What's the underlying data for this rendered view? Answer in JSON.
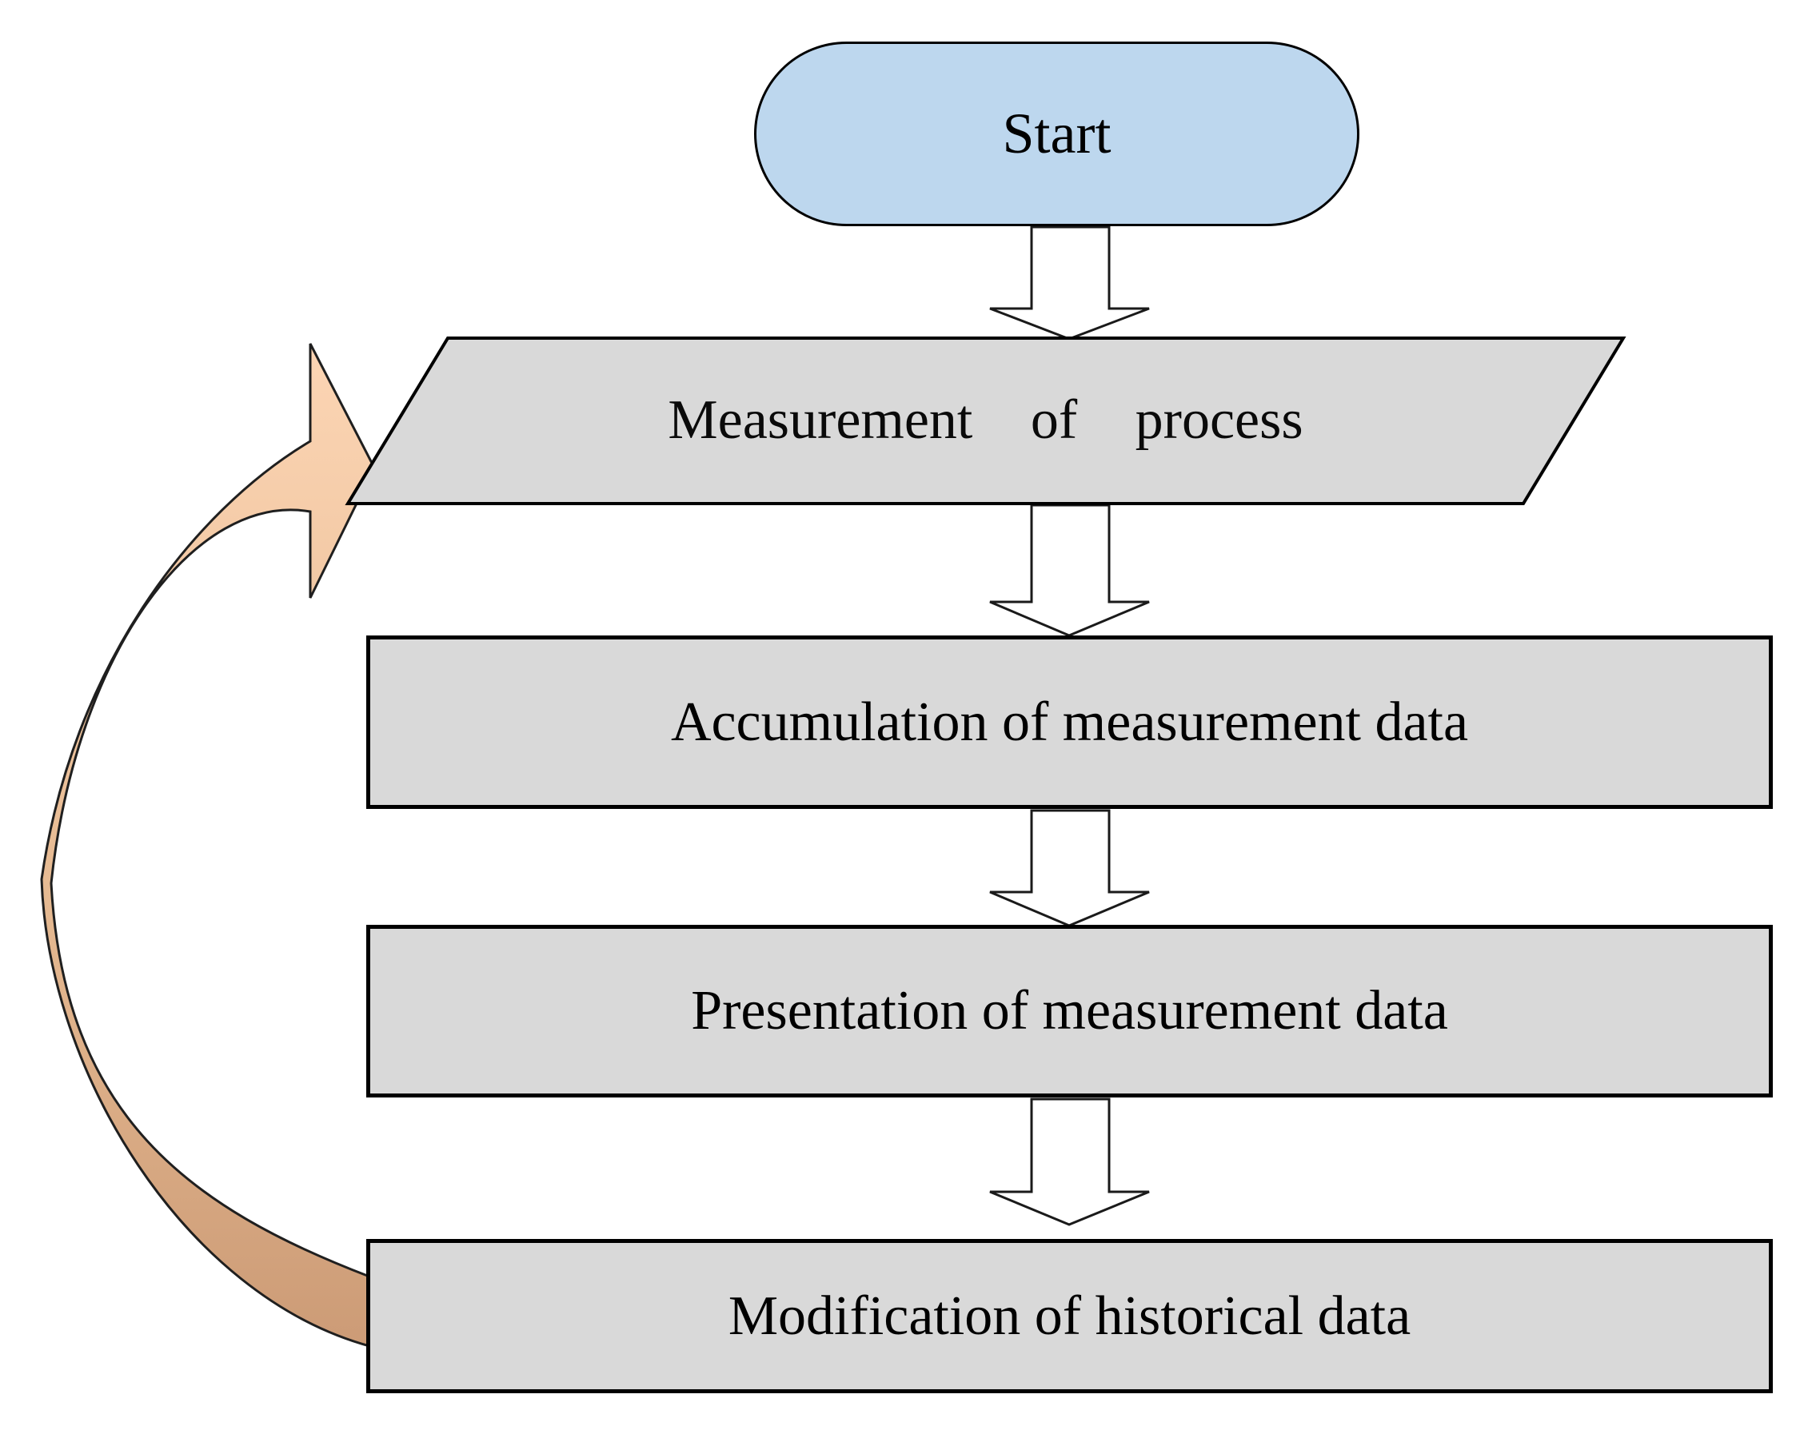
{
  "diagram": {
    "description": "Flowchart of a measurement process loop",
    "nodes": [
      {
        "id": "start",
        "type": "terminator",
        "label": "Start"
      },
      {
        "id": "measurement",
        "type": "data-parallelogram",
        "label": "Measurement of process"
      },
      {
        "id": "accumulation",
        "type": "process",
        "label": "Accumulation of measurement data"
      },
      {
        "id": "presentation",
        "type": "process",
        "label": "Presentation of measurement data"
      },
      {
        "id": "modification",
        "type": "process",
        "label": "Modification of historical data"
      }
    ],
    "edges": [
      {
        "from": "start",
        "to": "measurement",
        "style": "hollow-block-arrow-down"
      },
      {
        "from": "measurement",
        "to": "accumulation",
        "style": "hollow-block-arrow-down"
      },
      {
        "from": "accumulation",
        "to": "presentation",
        "style": "hollow-block-arrow-down"
      },
      {
        "from": "presentation",
        "to": "modification",
        "style": "hollow-block-arrow-down"
      },
      {
        "from": "modification",
        "to": "measurement",
        "style": "curved-block-arrow-counterclockwise"
      }
    ],
    "colors": {
      "background": "#ffffff",
      "terminator_fill": "#bdd7ee",
      "shape_fill": "#d9d9d9",
      "shape_border": "#000000",
      "block_arrow_fill": "#ffffff",
      "block_arrow_outline": "#1a1a1a",
      "loop_arrow_fill_top": "#fcd5b4",
      "loop_arrow_fill_bottom": "#cc9b76",
      "loop_arrow_outline": "#1f1f1f",
      "text_color": "#000000"
    }
  }
}
